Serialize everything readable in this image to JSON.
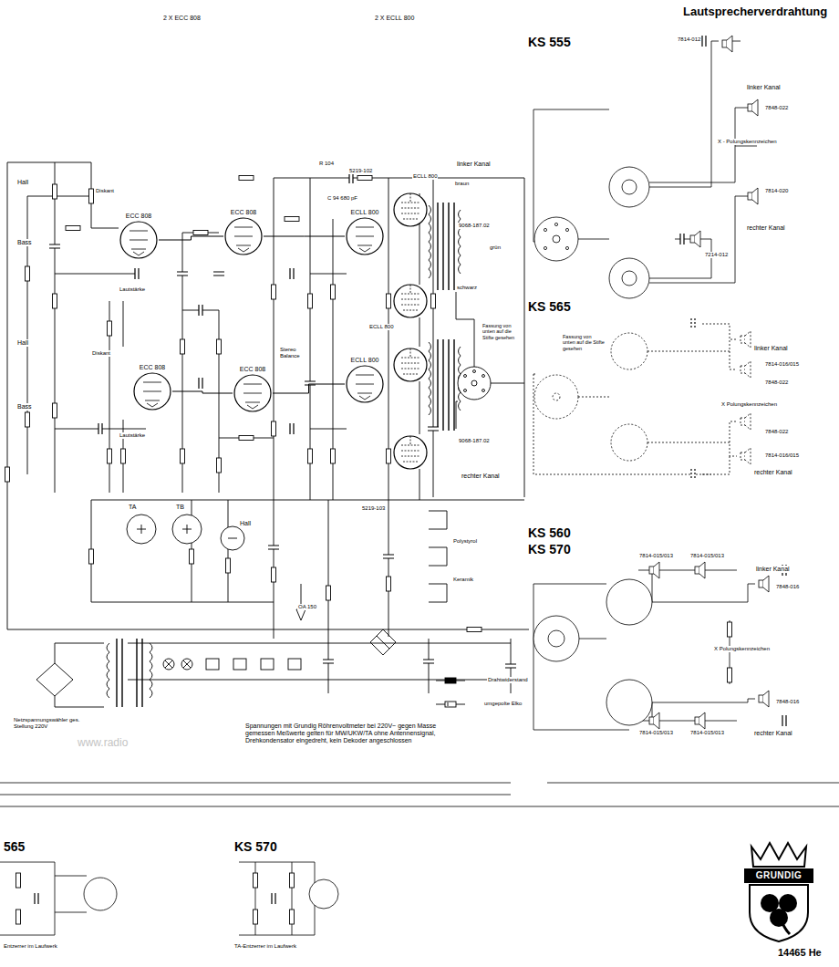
{
  "diagram": {
    "title": "Lautsprecherverdrahtung",
    "nodes": [
      {
        "text": [
          "ECC 808"
        ]
      },
      {
        "text": [
          "ECC 808"
        ]
      },
      {
        "text": [
          "ECLL 800"
        ]
      },
      {
        "text": [
          "ECC 808"
        ]
      },
      {
        "text": [
          "ECC 808"
        ]
      },
      {
        "text": [
          "ECLL 800"
        ]
      },
      {
        "text": [
          "GRUNDIG"
        ]
      }
    ],
    "edges": [
      {
        "from": 0,
        "to": 1,
        "arrow": "none"
      },
      {
        "from": 1,
        "to": 2,
        "arrow": "none"
      },
      {
        "from": 3,
        "to": 4,
        "arrow": "none"
      },
      {
        "from": 4,
        "to": 5,
        "arrow": "none"
      }
    ],
    "labels": [
      "2 X ECC 808",
      "2 X ECLL 800",
      "KS 555",
      "KS 565",
      "KS 560",
      "KS 570",
      "KS 570",
      "565",
      "14465 He",
      "linker Kanal",
      "rechter Kanal",
      "linker Kanal",
      "X - Polungskennzeichen",
      "rechter Kanal",
      "7814-012",
      "7848-022",
      "7814-020",
      "7214-012",
      "linker Kanal",
      "X Polungskennzeichen",
      "rechter Kanal",
      "7814-016/015",
      "7848-022",
      "7848-022",
      "7814-016/015",
      "linker Kanal",
      "X Polungskennzeichen",
      "rechter Kanal",
      "7848-016",
      "7848-016",
      "7814-015/013",
      "7814-015/013",
      "7814-015/013",
      "7814-015/013",
      "Lautstärke",
      "Lautstärke",
      "Stereo Balance",
      "Hall",
      "Hall",
      "Hall",
      "Bass",
      "Bass",
      "Diskant",
      "Diskant",
      "TA",
      "TB",
      "9068-187.02",
      "9068-187.02",
      "5219-102",
      "5219-103",
      "OA 150",
      "ECLL 800",
      "ECLL 800",
      "braun",
      "schwarz",
      "grün",
      "Spannungen mit Grundig Röhrenvoltmeter bei 220V~ gegen Masse gemessen Meßwerte gelten für MW/UKW/TA ohne Antennensignal, Drehkondensator eingedreht, kein Dekoder angeschlossen",
      "Netzspannungswähler ges. Stellung 220V",
      "Drahtwiderstand",
      "umgepolte Elko",
      "www.radio",
      "TA-Entzerrer im Laufwerk",
      "Entzerrer im Laufwerk",
      "R 104",
      "C 94 680 pF",
      "Polystyrol",
      "Keramik",
      "Fassung von unten auf die Stifte gesehen",
      "Fassung von unten auf die Stifte gesehen"
    ]
  }
}
